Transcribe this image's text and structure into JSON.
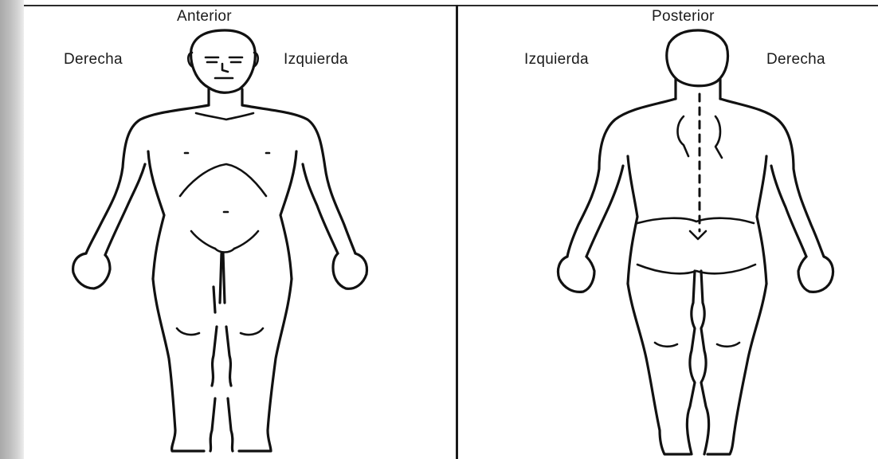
{
  "anterior_panel": {
    "title": "Anterior",
    "side_left": "Derecha",
    "side_right": "Izquierda"
  },
  "posterior_panel": {
    "title": "Posterior",
    "side_left": "Izquierda",
    "side_right": "Derecha"
  }
}
